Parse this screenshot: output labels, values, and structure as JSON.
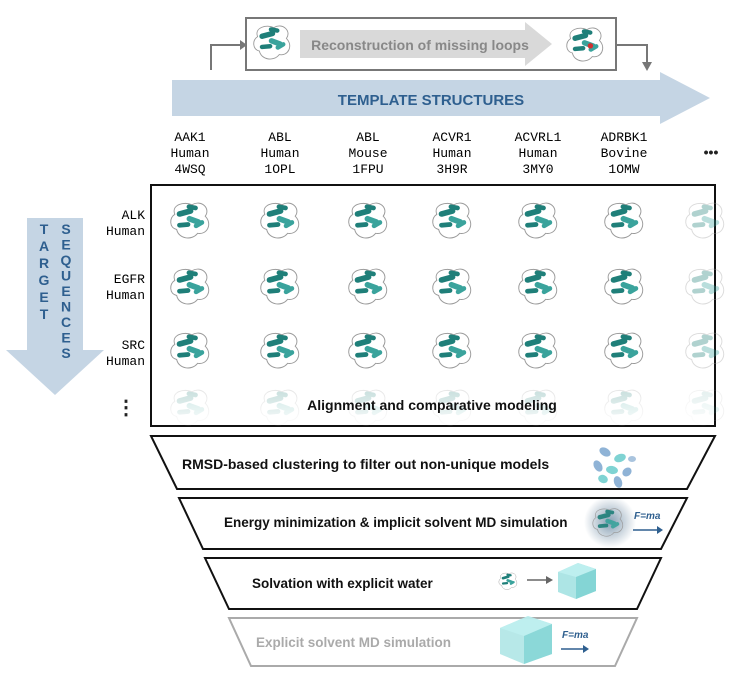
{
  "top_process": {
    "label": "Reconstruction of missing loops"
  },
  "template_arrow": {
    "label": "TEMPLATE STRUCTURES"
  },
  "templates": [
    {
      "gene": "AAK1",
      "species": "Human",
      "pdb": "4WSQ"
    },
    {
      "gene": "ABL",
      "species": "Human",
      "pdb": "1OPL"
    },
    {
      "gene": "ABL",
      "species": "Mouse",
      "pdb": "1FPU"
    },
    {
      "gene": "ACVR1",
      "species": "Human",
      "pdb": "3H9R"
    },
    {
      "gene": "ACVRL1",
      "species": "Human",
      "pdb": "3MY0"
    },
    {
      "gene": "ADRBK1",
      "species": "Bovine",
      "pdb": "1OMW"
    }
  ],
  "templates_more": "•••",
  "target_arrow": {
    "word1": "TARGET",
    "word2": "SEQUENCES"
  },
  "targets": [
    {
      "gene": "ALK",
      "species": "Human"
    },
    {
      "gene": "EGFR",
      "species": "Human"
    },
    {
      "gene": "SRC",
      "species": "Human"
    }
  ],
  "targets_more": "⋮",
  "stages": {
    "alignment": "Alignment and comparative modeling",
    "clustering": "RMSD-based clustering to filter out non-unique models",
    "minimization": "Energy minimization & implicit solvent MD simulation",
    "solvation": "Solvation with explicit water",
    "explicit_md": "Explicit solvent MD simulation"
  },
  "formula": "F=ma",
  "colors": {
    "arrow_fill": "#c5d5e4",
    "arrow_text": "#2e5f8f",
    "protein": "#3aa39c",
    "protein_dark": "#1f7f79",
    "water": "#7fd3d3",
    "formula": "#2e5f8f",
    "faded": "#aaaaaa"
  }
}
